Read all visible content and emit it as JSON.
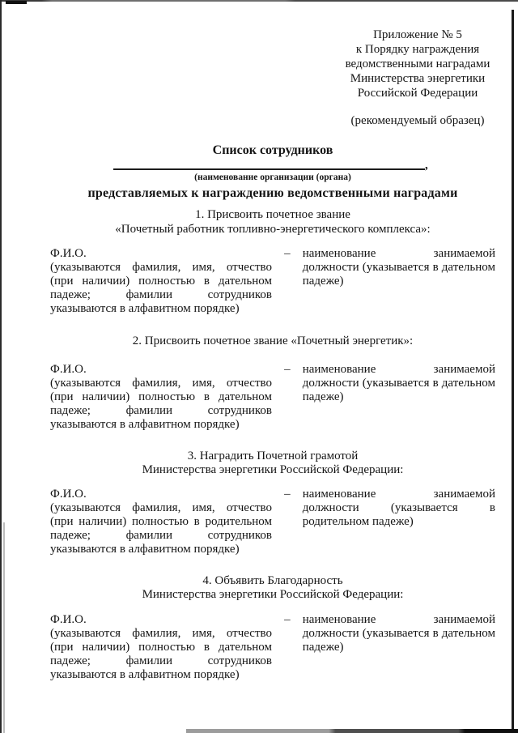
{
  "header": {
    "lines": [
      "Приложение № 5",
      "к Порядку награждения",
      "ведомственными наградами",
      "Министерства энергетики",
      "Российской Федерации"
    ],
    "note": "(рекомендуемый образец)"
  },
  "title": "Список сотрудников",
  "org": {
    "comma": ",",
    "caption": "(наименование организации (органа)",
    "subtitle": "представляемых к награждению ведомственными наградами"
  },
  "sections": [
    {
      "heading_lines": [
        "1. Присвоить почетное звание",
        "«Почетный работник топливно-энергетического комплекса»:"
      ],
      "left_lines": [
        "Ф.И.О.",
        "(указываются фамилия, имя, отчество",
        "(при наличии) полностью в дательном",
        "падеже; фамилии сотрудников",
        "указываются в алфавитном порядке)"
      ],
      "dash": "–",
      "right_lines": [
        "наименование занимаемой",
        "должности (указывается в дательном",
        "падеже)"
      ]
    },
    {
      "heading_lines": [
        "2. Присвоить почетное звание «Почетный энергетик»:"
      ],
      "left_lines": [
        "Ф.И.О.",
        "(указываются фамилия, имя, отчество",
        "(при наличии) полностью в дательном",
        "падеже; фамилии сотрудников",
        "указываются в алфавитном порядке)"
      ],
      "dash": "–",
      "right_lines": [
        "наименование занимаемой",
        "должности (указывается в дательном",
        "падеже)"
      ]
    },
    {
      "heading_lines": [
        "3. Наградить Почетной грамотой",
        "Министерства энергетики Российской Федерации:"
      ],
      "left_lines": [
        "Ф.И.О.",
        "(указываются фамилия, имя, отчество",
        "(при наличии) полностью в родительном",
        "падеже; фамилии сотрудников",
        "указываются в алфавитном порядке)"
      ],
      "dash": "–",
      "right_lines": [
        "наименование занимаемой",
        "должности (указывается в",
        "родительном падеже)"
      ]
    },
    {
      "heading_lines": [
        "4. Объявить Благодарность",
        "Министерства энергетики Российской Федерации:"
      ],
      "left_lines": [
        "Ф.И.О.",
        "(указываются фамилия, имя, отчество",
        "(при наличии) полностью в дательном",
        "падеже; фамилии сотрудников",
        "указываются в алфавитном порядке)"
      ],
      "dash": "–",
      "right_lines": [
        "наименование занимаемой",
        "должности (указывается в дательном",
        "падеже)"
      ]
    }
  ]
}
